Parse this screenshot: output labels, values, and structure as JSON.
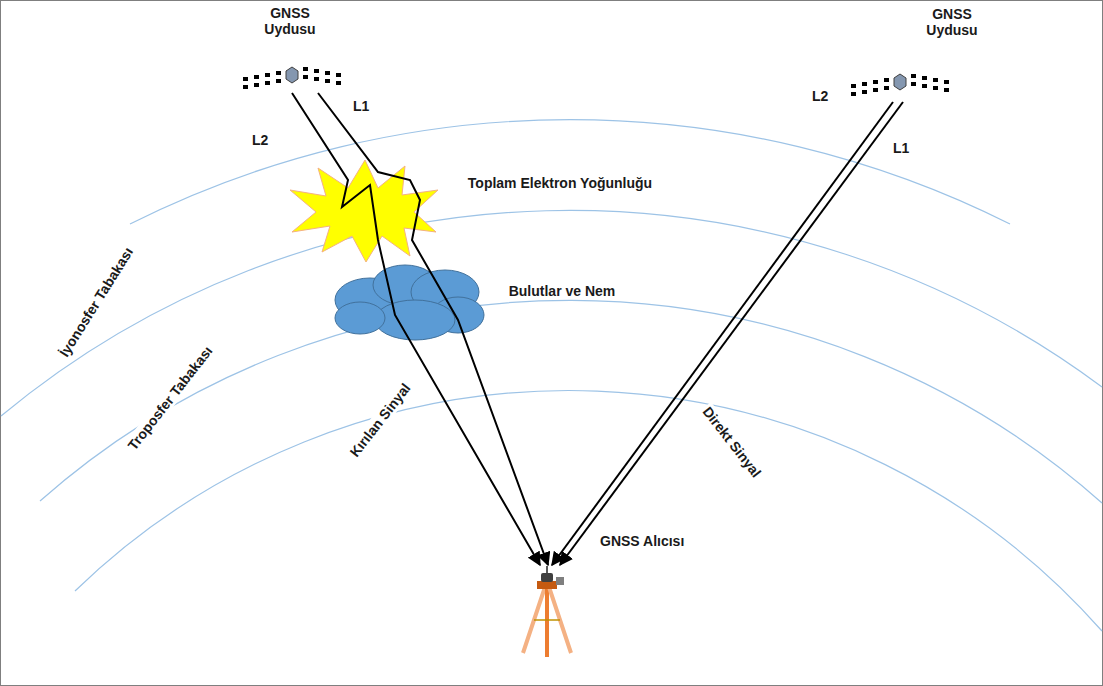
{
  "diagram": {
    "nodes": [
      {
        "text": [
          "GNSS Uydusu"
        ]
      },
      {
        "text": [
          "GNSS Uydusu"
        ]
      },
      {
        "text": [
          "GNSS Alıcısı"
        ]
      }
    ],
    "edges": [
      {
        "from": 0,
        "to": 2,
        "arrow": "to",
        "label": "L2"
      },
      {
        "from": 0,
        "to": 2,
        "arrow": "to",
        "label": "L1"
      },
      {
        "from": 1,
        "to": 2,
        "arrow": "to",
        "label": "L2"
      },
      {
        "from": 1,
        "to": 2,
        "arrow": "to",
        "label": "L1"
      }
    ],
    "labels": [
      "Toplam Elektron Yoğunluğu",
      "Bulutlar ve Nem",
      "İyonosfer Tabakası",
      "Troposfer Tabakası",
      "Kırılan Sinyal",
      "Direkt Sinyal"
    ]
  }
}
